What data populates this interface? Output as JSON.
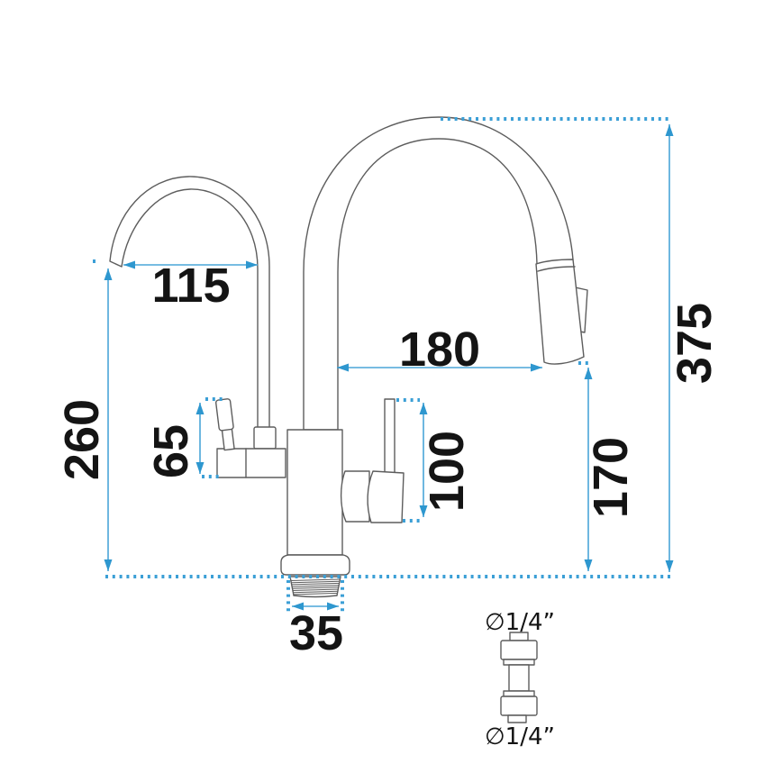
{
  "drawing": {
    "colors": {
      "dimension_blue": "#3b9fd6",
      "outline_gray": "#5d5d5d",
      "text_black": "#141414"
    },
    "dimensions": {
      "small_spout_reach": "115",
      "large_spout_reach": "180",
      "overall_height": "375",
      "small_spout_height": "260",
      "filter_lever_height": "65",
      "mixer_lever_height": "100",
      "outlet_height": "170",
      "thread_width": "35"
    },
    "connector": {
      "top_label": "∅1/4”",
      "bottom_label": "∅1/4”"
    }
  }
}
